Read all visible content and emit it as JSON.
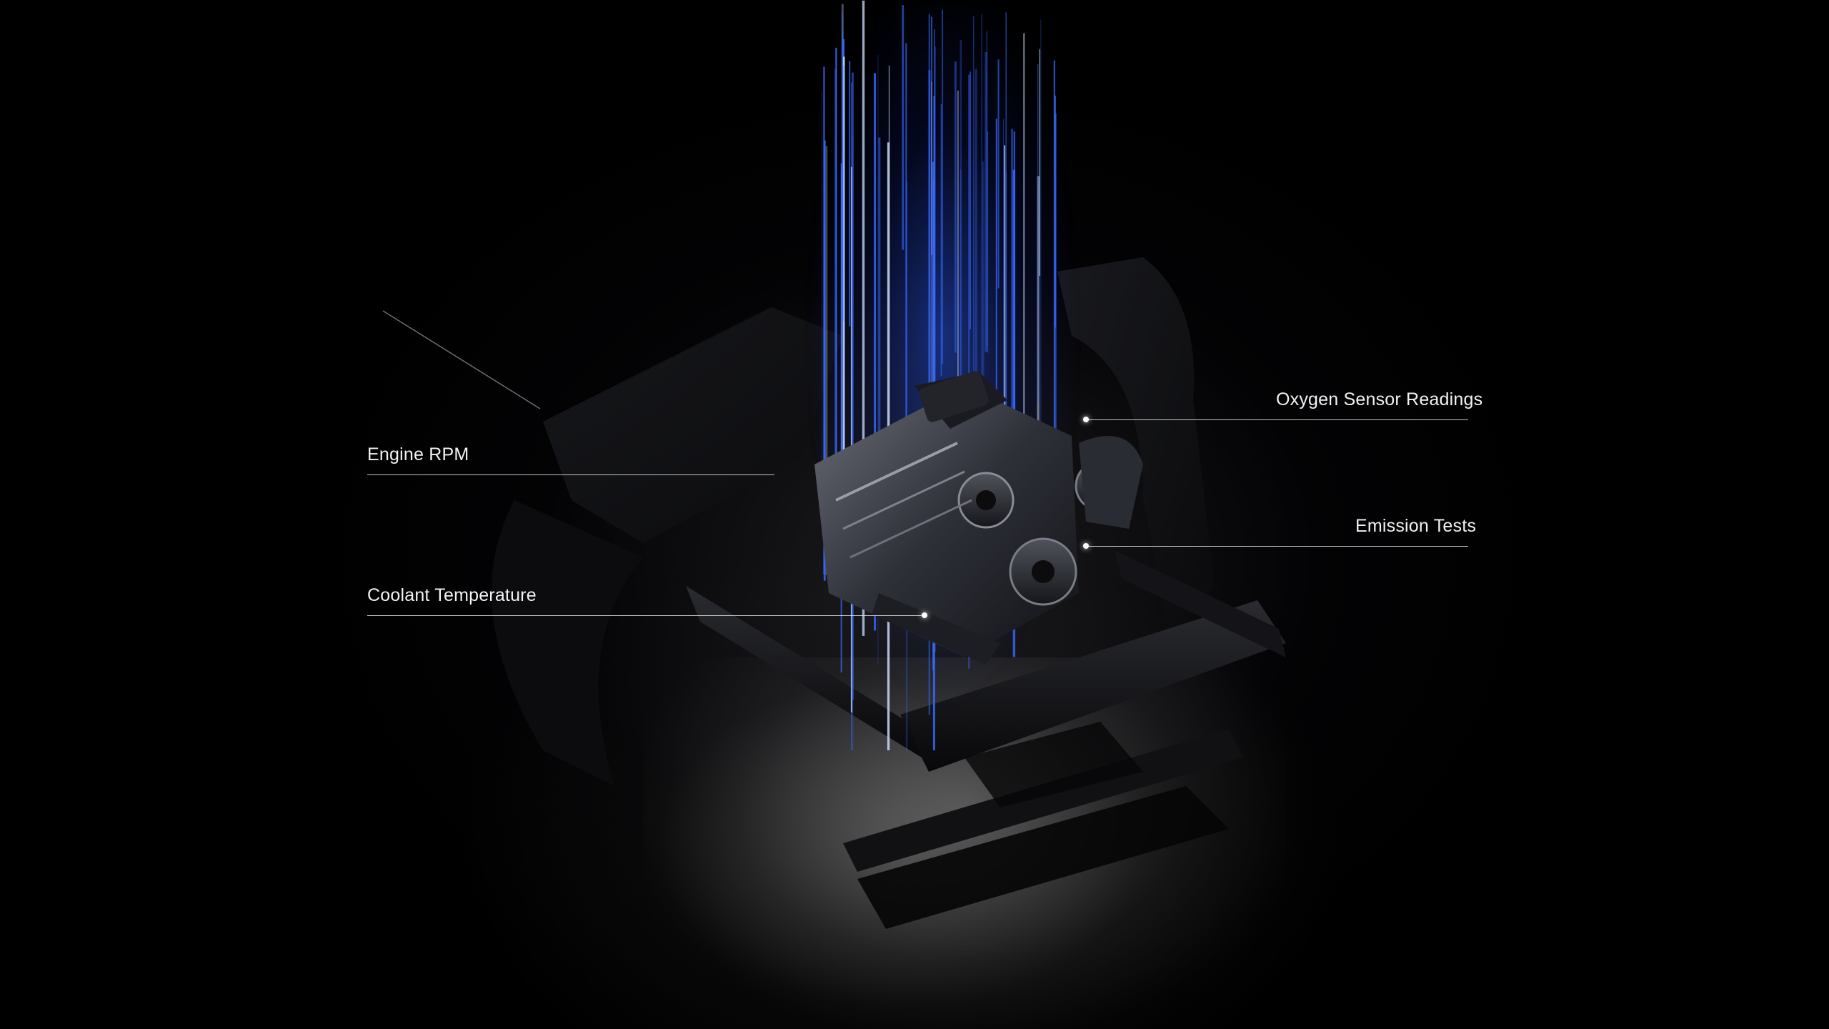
{
  "callouts": {
    "engine_rpm": "Engine RPM",
    "coolant_temperature": "Coolant Temperature",
    "oxygen_sensor_readings": "Oxygen Sensor Readings",
    "emission_tests": "Emission Tests"
  },
  "colors": {
    "background": "#000000",
    "beam_blue": "#3a6bff",
    "label_text": "#f2f2f2"
  }
}
